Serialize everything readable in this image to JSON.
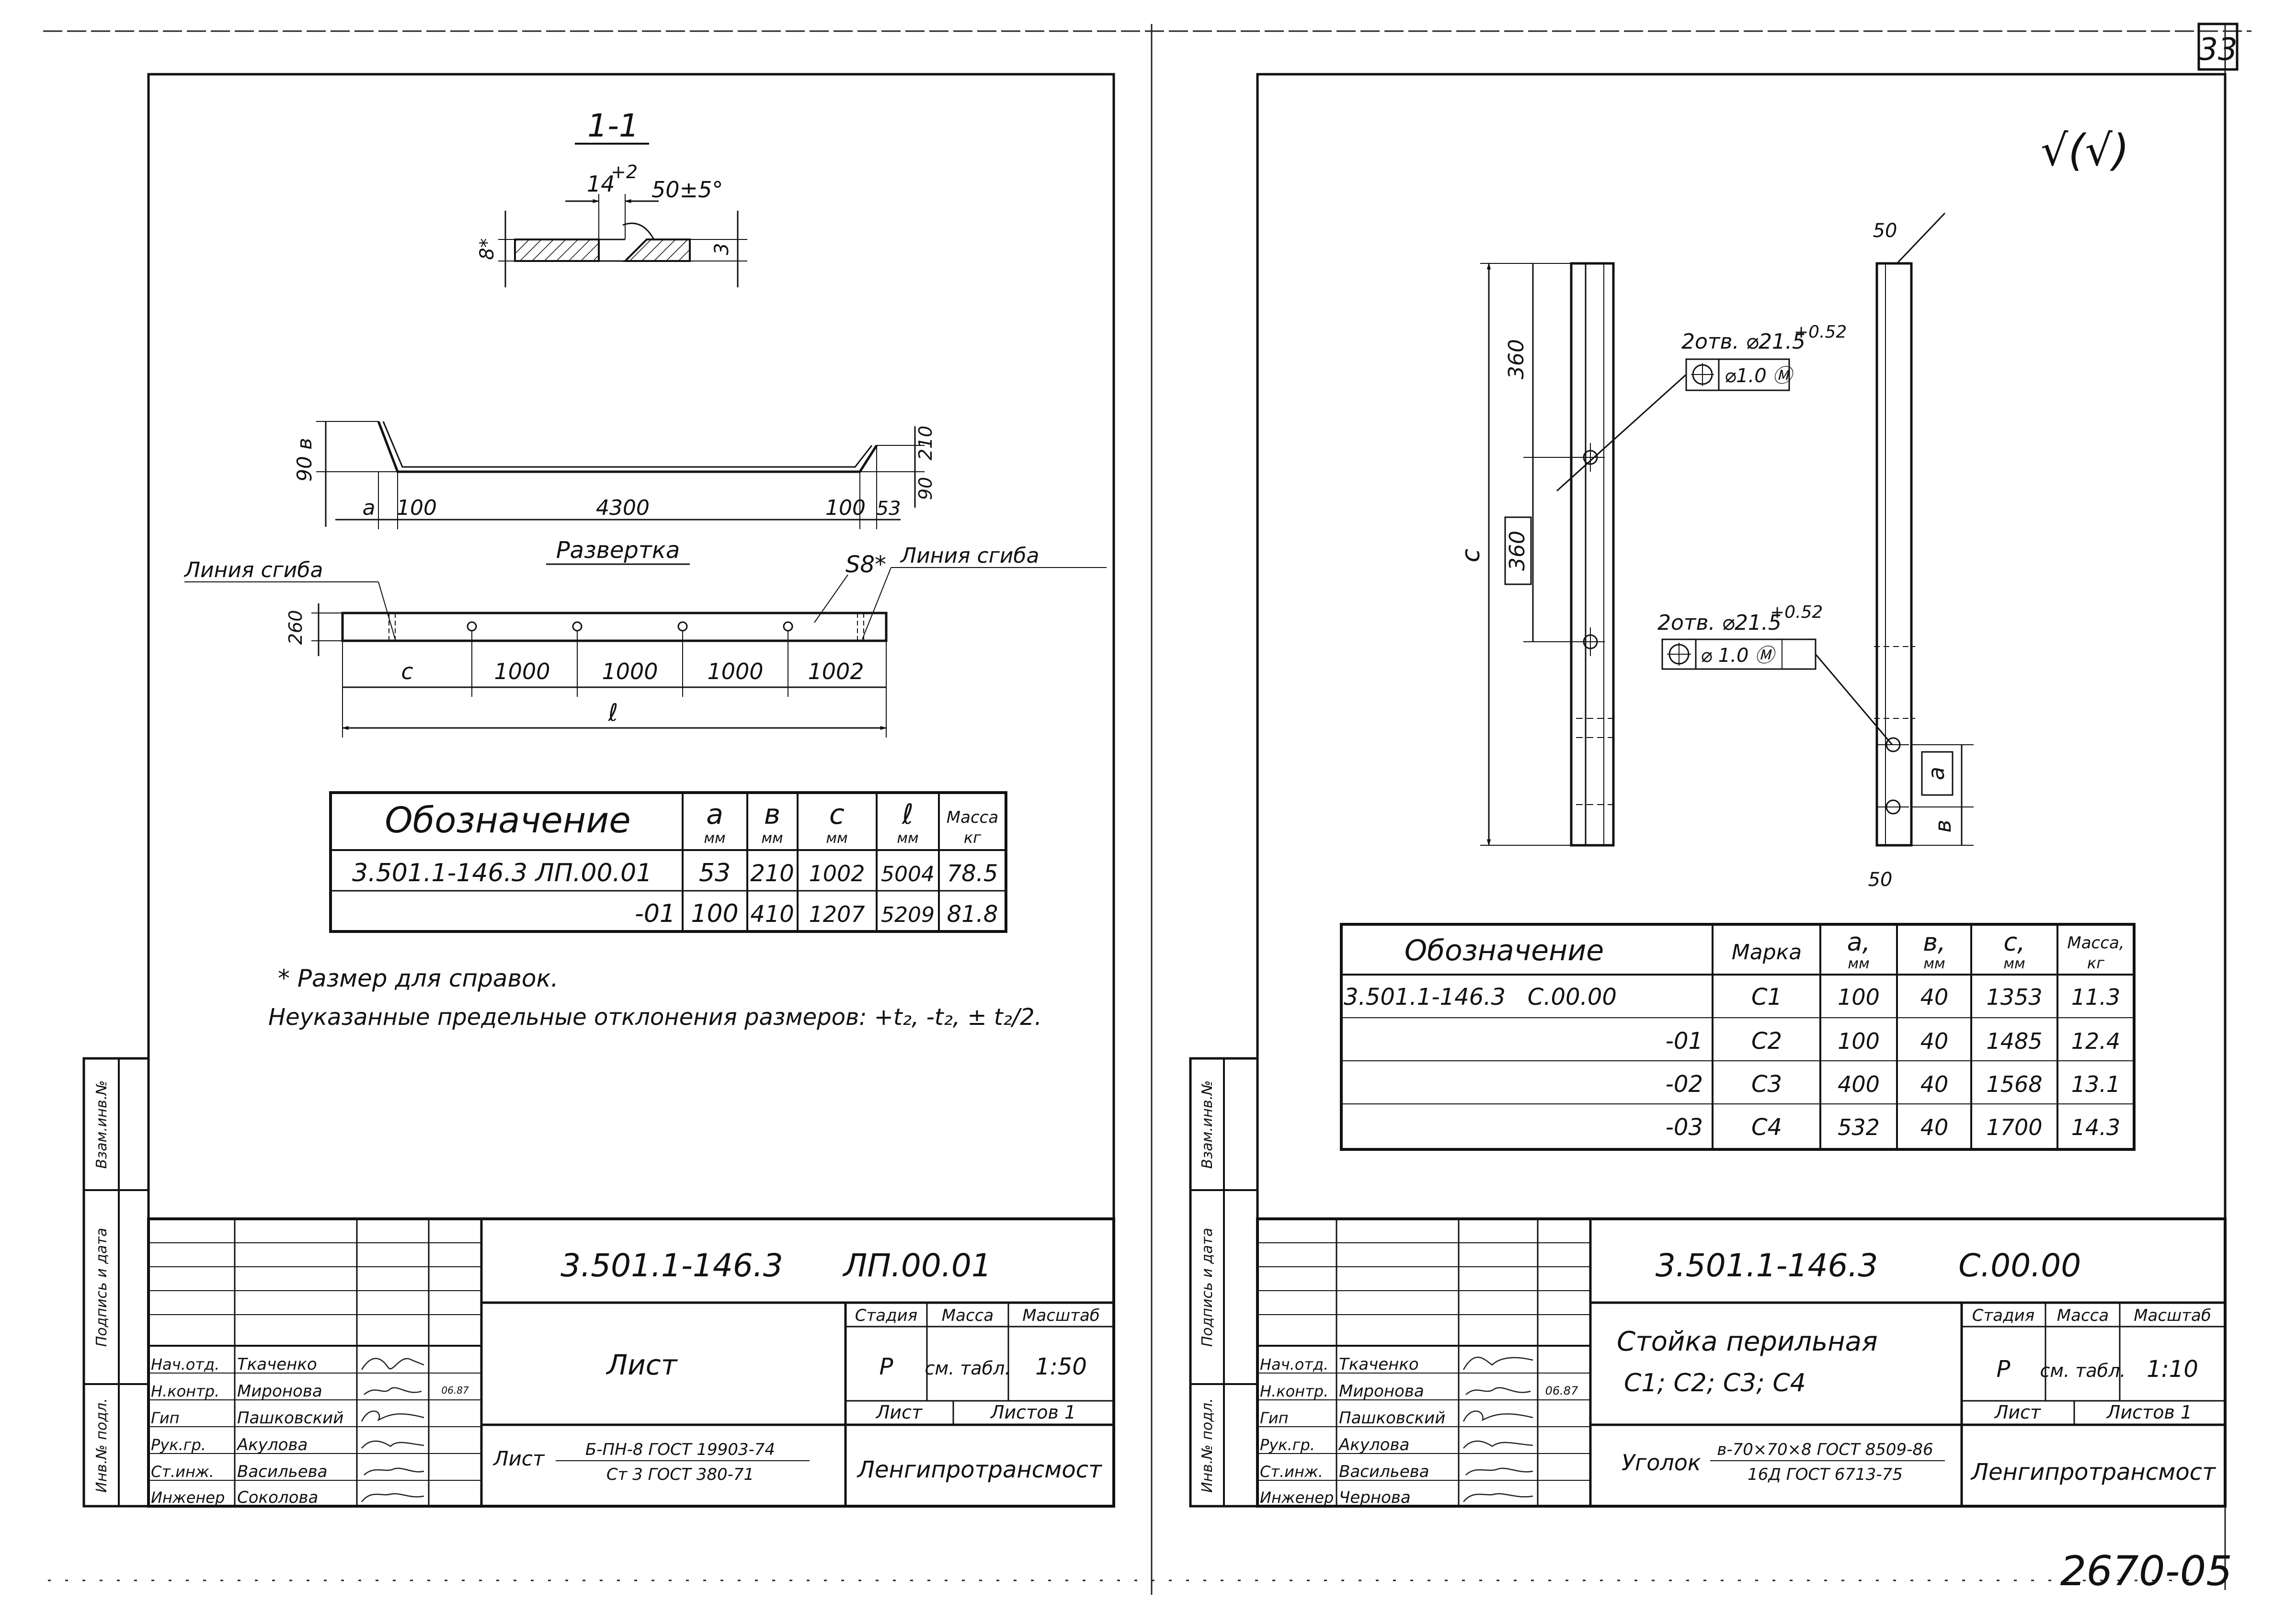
{
  "page_number": "33",
  "archive_number": "2670-05",
  "left_sheet": {
    "section_title": "1-1",
    "section_dims": {
      "gap": "14",
      "gap_tol": "+2",
      "angle": "50±5°",
      "thickness": "8*",
      "root": "3"
    },
    "profile_dims": {
      "height": "90 в",
      "a": "а",
      "left_gap": "100",
      "length": "4300",
      "right_gap": "100",
      "right_a": "53",
      "right_h1": "210",
      "right_h2": "90"
    },
    "unfold_title": "Развертка",
    "bend_line_left": "Линия сгиба",
    "bend_line_right": "Линия сгиба",
    "s8": "S8*",
    "unfold_dims": {
      "width": "260",
      "c": "с",
      "s1": "1000",
      "s2": "1000",
      "s3": "1000",
      "s4": "1002",
      "total": "ℓ"
    },
    "table": {
      "headers": [
        {
          "main": "Обозначение",
          "unit": ""
        },
        {
          "main": "а",
          "unit": "мм"
        },
        {
          "main": "в",
          "unit": "мм"
        },
        {
          "main": "с",
          "unit": "мм"
        },
        {
          "main": "ℓ",
          "unit": "мм"
        },
        {
          "main": "Масса",
          "unit": "кг"
        }
      ],
      "rows": [
        [
          "3.501.1-146.3  ЛП.00.01",
          "53",
          "210",
          "1002",
          "5004",
          "78.5"
        ],
        [
          "-01",
          "100",
          "410",
          "1207",
          "5209",
          "81.8"
        ]
      ]
    },
    "note1": "* Размер для справок.",
    "note2": "Неуказанные предельные отклонения размеров: +t₂, -t₂, ± t₂/2.",
    "side_labels": [
      "Инв.№ подл.",
      "Подпись и дата",
      "Взам.инв.№"
    ],
    "title_block": {
      "doc_code": "3.501.1-146.3      ЛП.00.01",
      "name": "Лист",
      "hdr_stage": "Стадия",
      "hdr_mass": "Масса",
      "hdr_scale": "Масштаб",
      "stage": "Р",
      "mass": "см. табл.",
      "scale": "1:50",
      "sheet_label": "Лист",
      "sheets_label": "Листов 1",
      "material_prefix": "Лист",
      "material_top": "Б-ПН-8 ГОСТ 19903-74",
      "material_bottom": "Ст 3 ГОСТ 380-71",
      "org": "Ленгипротрансмост",
      "date": "06.87",
      "roles": [
        {
          "role": "Нач.отд.",
          "name": "Ткаченко"
        },
        {
          "role": "Н.контр.",
          "name": "Миронова"
        },
        {
          "role": "Гип",
          "name": "Пашковский"
        },
        {
          "role": "Рук.гр.",
          "name": "Акулова"
        },
        {
          "role": "Ст.инж.",
          "name": "Васильева"
        },
        {
          "role": "Инженер",
          "name": "Соколова"
        }
      ]
    }
  },
  "right_sheet": {
    "roughness": "√(√)",
    "dim_c": "с",
    "dim_360_top": "360",
    "dim_360_mid": "360",
    "hole_note_top": "2отв. ⌀21.5",
    "hole_note_top_tol": "+0.52",
    "pos_frame_top": "⌀1.0 Ⓜ",
    "hole_note_bottom": "2отв. ⌀21.5",
    "hole_note_bottom_tol": "+0.52",
    "pos_frame_bottom": "⌀ 1.0 Ⓜ",
    "dim_50_top": "50",
    "dim_50_bottom": "50",
    "dim_a": "а",
    "dim_b": "в",
    "table": {
      "headers": [
        {
          "main": "Обозначение",
          "unit": ""
        },
        {
          "main": "Марка",
          "unit": ""
        },
        {
          "main": "а,",
          "unit": "мм"
        },
        {
          "main": "в,",
          "unit": "мм"
        },
        {
          "main": "с,",
          "unit": "мм"
        },
        {
          "main": "Масса,",
          "unit": "кг"
        }
      ],
      "rows": [
        [
          "3.501.1-146.3   С.00.00",
          "С1",
          "100",
          "40",
          "1353",
          "11.3"
        ],
        [
          "-01",
          "С2",
          "100",
          "40",
          "1485",
          "12.4"
        ],
        [
          "-02",
          "С3",
          "400",
          "40",
          "1568",
          "13.1"
        ],
        [
          "-03",
          "С4",
          "532",
          "40",
          "1700",
          "14.3"
        ]
      ]
    },
    "side_labels": [
      "Инв.№ подл.",
      "Подпись и дата",
      "Взам.инв.№"
    ],
    "title_block": {
      "doc_code": "3.501.1-146.3        С.00.00",
      "name_line1": "Стойка перильная",
      "name_line2": "С1; С2; С3; С4",
      "hdr_stage": "Стадия",
      "hdr_mass": "Масса",
      "hdr_scale": "Масштаб",
      "stage": "Р",
      "mass": "см. табл.",
      "scale": "1:10",
      "sheet_label": "Лист",
      "sheets_label": "Листов 1",
      "material_prefix": "Уголок",
      "material_top": "в-70×70×8 ГОСТ 8509-86",
      "material_bottom": "16Д ГОСТ 6713-75",
      "org": "Ленгипротрансмост",
      "date": "06.87",
      "roles": [
        {
          "role": "Нач.отд.",
          "name": "Ткаченко"
        },
        {
          "role": "Н.контр.",
          "name": "Миронова"
        },
        {
          "role": "Гип",
          "name": "Пашковский"
        },
        {
          "role": "Рук.гр.",
          "name": "Акулова"
        },
        {
          "role": "Ст.инж.",
          "name": "Васильева"
        },
        {
          "role": "Инженер",
          "name": "Чернова"
        }
      ]
    }
  }
}
